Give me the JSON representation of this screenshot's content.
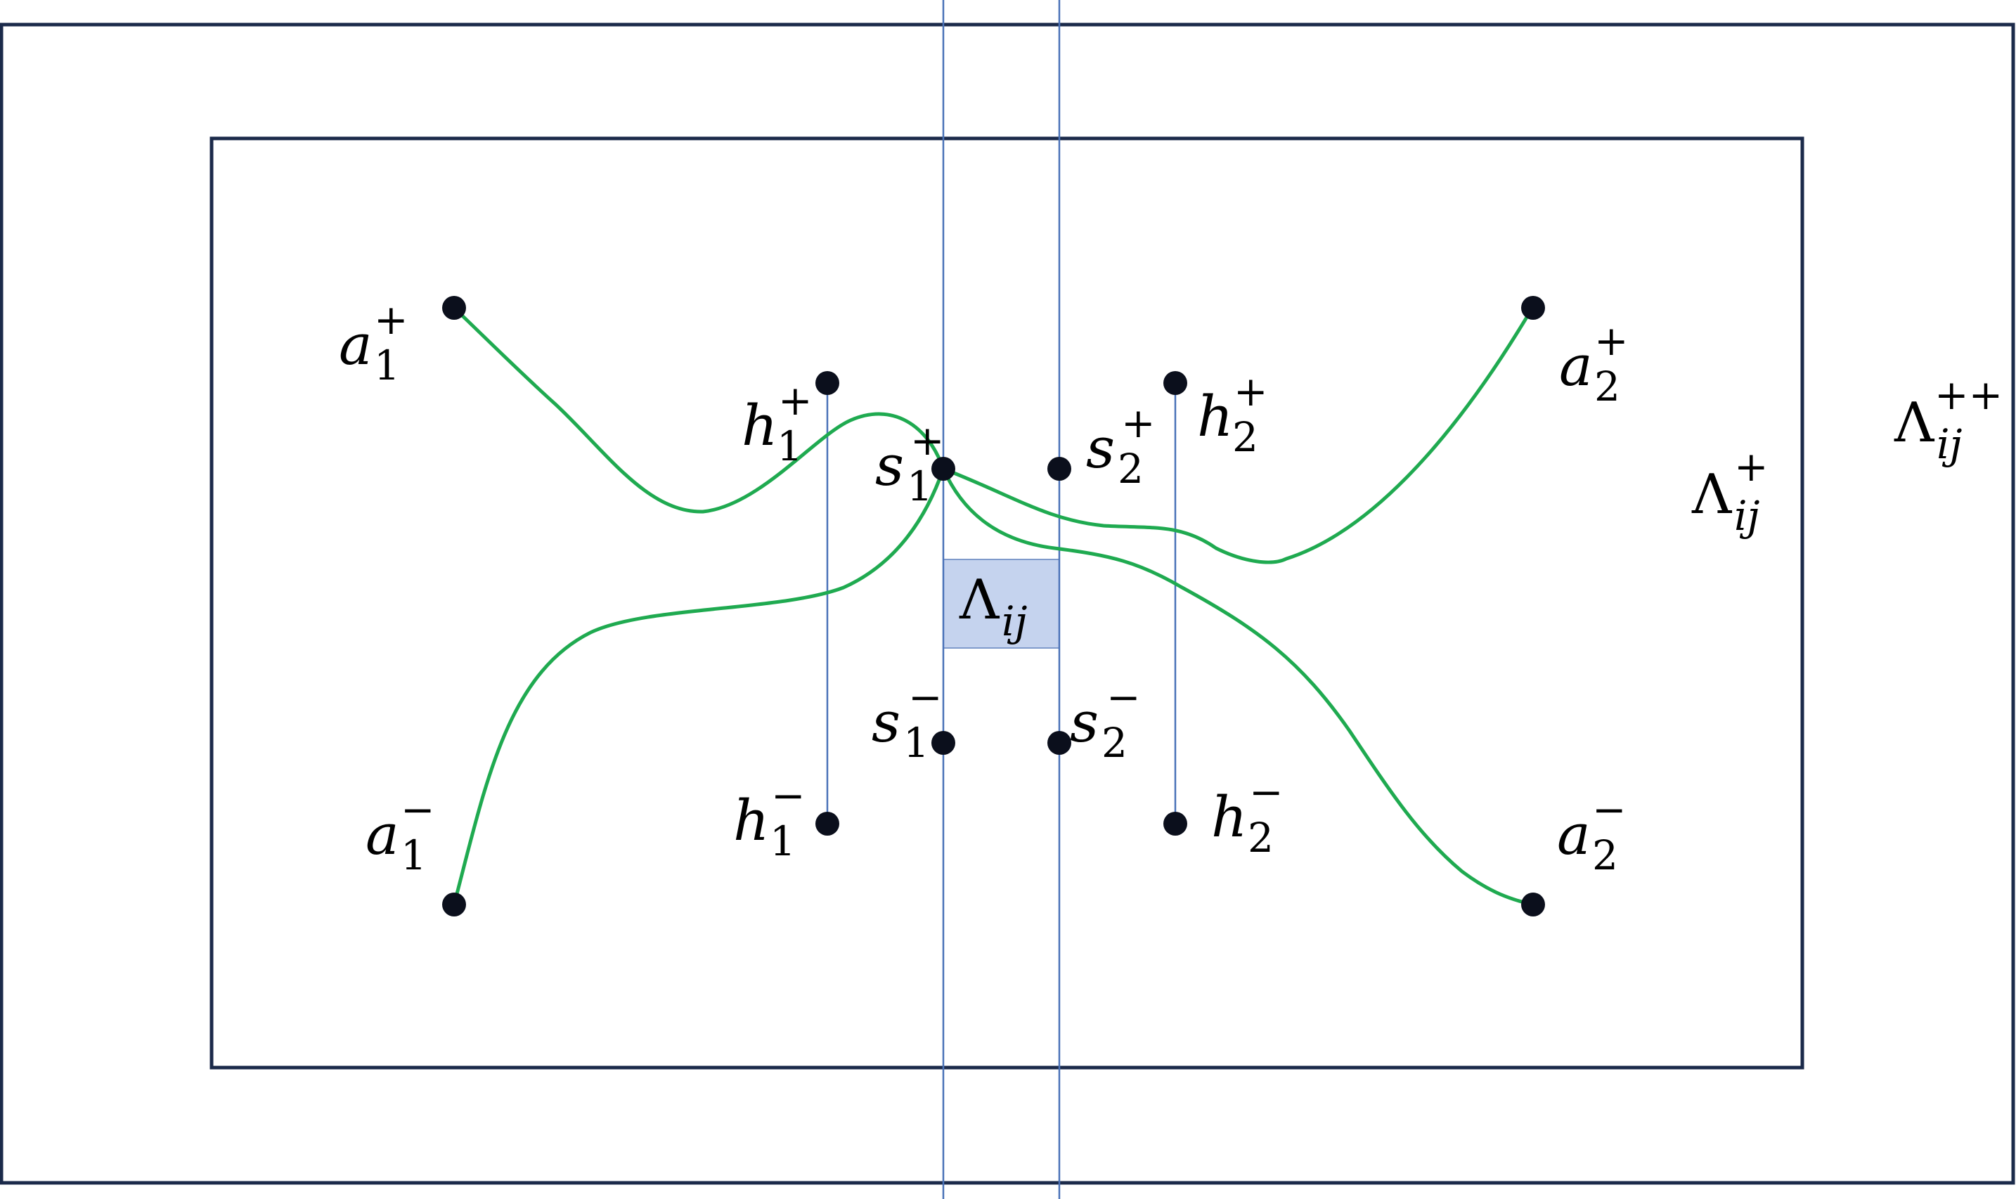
{
  "colors": {
    "box_stroke": "#1b2a4a",
    "guide_line": "#4a72b8",
    "thin_line": "#4a72b8",
    "curve": "#1faa50",
    "point_fill": "#0b0f1c",
    "center_fill": "#c5d3ee",
    "center_stroke": "#7f9acb"
  },
  "regions": {
    "outer": {
      "symbol": "Λ",
      "sub": "ij",
      "sup": "++"
    },
    "inner": {
      "symbol": "Λ",
      "sub": "ij",
      "sup": "+"
    },
    "center": {
      "symbol": "Λ",
      "sub": "ij"
    }
  },
  "points": {
    "a1p": {
      "base": "a",
      "sub": "1",
      "sup": "+"
    },
    "a2p": {
      "base": "a",
      "sub": "2",
      "sup": "+"
    },
    "a1m": {
      "base": "a",
      "sub": "1",
      "sup": "−"
    },
    "a2m": {
      "base": "a",
      "sub": "2",
      "sup": "−"
    },
    "h1p": {
      "base": "h",
      "sub": "1",
      "sup": "+"
    },
    "h2p": {
      "base": "h",
      "sub": "2",
      "sup": "+"
    },
    "h1m": {
      "base": "h",
      "sub": "1",
      "sup": "−"
    },
    "h2m": {
      "base": "h",
      "sub": "2",
      "sup": "−"
    },
    "s1p": {
      "base": "s",
      "sub": "1",
      "sup": "+"
    },
    "s2p": {
      "base": "s",
      "sub": "2",
      "sup": "+"
    },
    "s1m": {
      "base": "s",
      "sub": "1",
      "sup": "−"
    },
    "s2m": {
      "base": "s",
      "sub": "2",
      "sup": "−"
    }
  }
}
